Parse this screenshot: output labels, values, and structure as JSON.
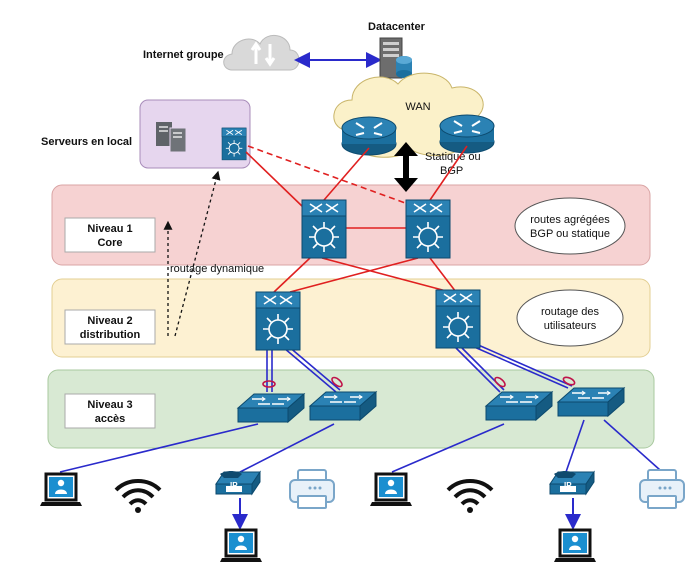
{
  "labels": {
    "internet": "Internet groupe",
    "datacenter": "Datacenter",
    "wan": "WAN",
    "servers": "Serveurs en local",
    "statique_line1": "Statique ou",
    "statique_line2": "BGP",
    "routage_dynamique": "routage dynamique"
  },
  "levels": [
    {
      "line1": "Niveau 1",
      "line2": "Core",
      "note_line1": "routes agrégées",
      "note_line2": "BGP ou statique",
      "color": "#f6d2d2"
    },
    {
      "line1": "Niveau 2",
      "line2": "distribution",
      "note_line1": "routage des",
      "note_line2": "utilisateurs",
      "color": "#fdf1d2"
    },
    {
      "line1": "Niveau 3",
      "line2": "accès",
      "color": "#d8e9d3"
    }
  ],
  "colors": {
    "cisco_blue": "#1b6f9e",
    "link_red": "#e02020",
    "link_blue": "#2a2acb",
    "server_box": "#e6d6ee"
  }
}
